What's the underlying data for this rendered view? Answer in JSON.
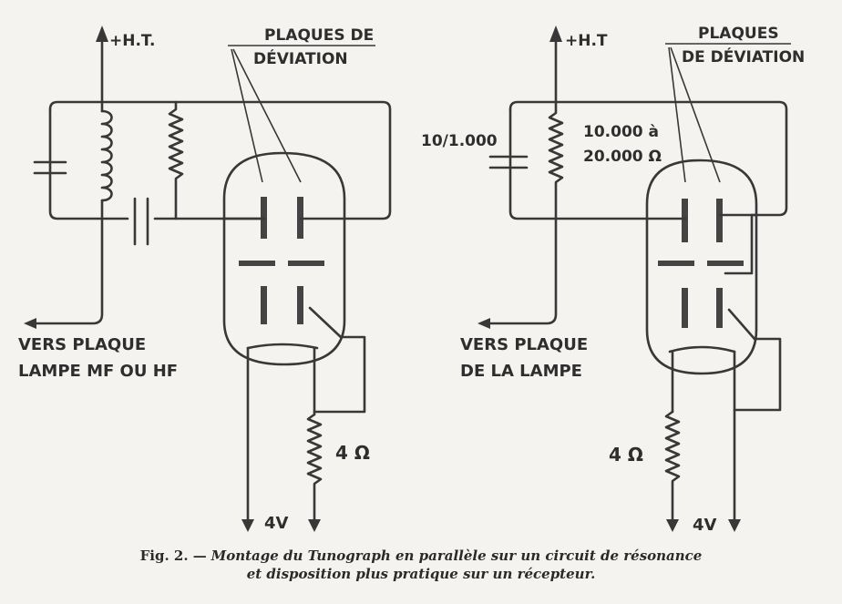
{
  "left_circuit": {
    "ht_label": "+H.T.",
    "plates_label_line1": "PLAQUES DE",
    "plates_label_line2": "DÉVIATION",
    "output_label_line1": "VERS PLAQUE",
    "output_label_line2": "LAMPE MF OU HF",
    "resistor_label": "4 Ω",
    "voltage_label": "4V"
  },
  "right_circuit": {
    "ht_label": "+H.T",
    "plates_label_line1": "PLAQUES",
    "plates_label_line2": "DE DÉVIATION",
    "capacitor_label": "10/1.000",
    "resistor_value_line1": "10.000 à",
    "resistor_value_line2": "20.000 Ω",
    "output_label_line1": "VERS PLAQUE",
    "output_label_line2": "DE LA LAMPE",
    "resistor_label": "4 Ω",
    "voltage_label": "4V"
  },
  "caption": {
    "figure_label": "Fig. 2. —",
    "line1": "Montage du Tunograph en parallèle sur un circuit de résonance",
    "line2": "et disposition plus pratique sur un récepteur."
  }
}
